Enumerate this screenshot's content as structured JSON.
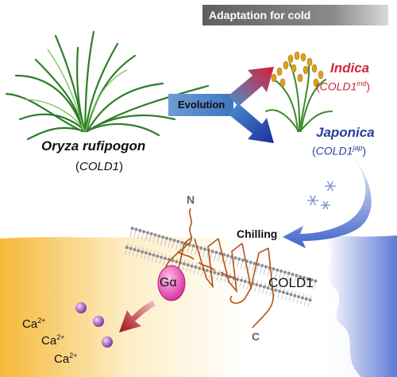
{
  "banner": "Adaptation for cold",
  "species": "Oryza rufipogon",
  "gene_wild": {
    "open": "(",
    "name": "COLD1",
    "close": ")"
  },
  "evolution_label": "Evolution",
  "indica": {
    "name": "Indica",
    "gene": "COLD1",
    "sup": "ind"
  },
  "japonica": {
    "name": "Japonica",
    "gene": "COLD1",
    "sup": "jap"
  },
  "chilling_label": "Chilling",
  "protein_label": "COLD1",
  "galpha_label": "Gα",
  "n_terminus": "N",
  "c_terminus": "C",
  "calcium": [
    {
      "ion": "Ca",
      "charge": "2+"
    },
    {
      "ion": "Ca",
      "charge": "2+"
    },
    {
      "ion": "Ca",
      "charge": "2+"
    }
  ],
  "colors": {
    "indica_red": "#d2263a",
    "japonica_blue": "#2a3f9a",
    "warm_yellow": "#f5b83a",
    "cold_blue": "#5d79d6",
    "galpha_pink": "#e23fa0",
    "ion_purple": "#8a3ea8"
  }
}
